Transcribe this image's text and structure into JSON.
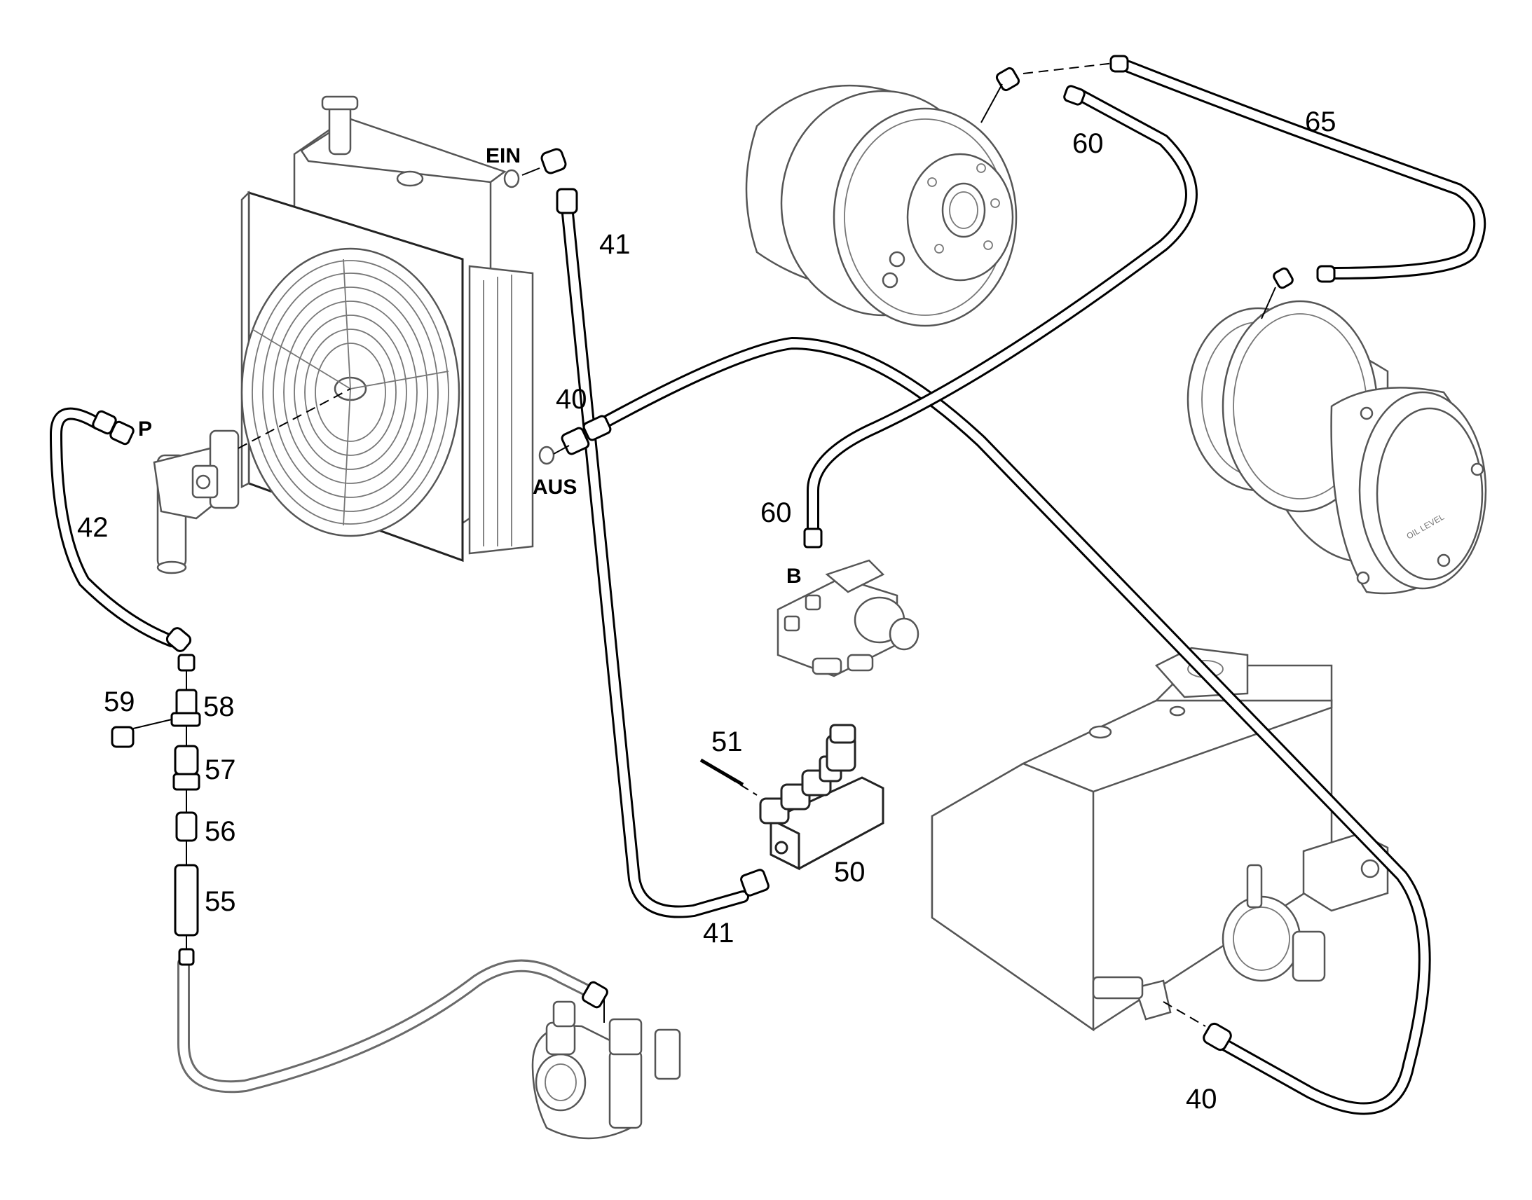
{
  "callouts": {
    "c40_top": "40",
    "c40_bottom": "40",
    "c41_top": "41",
    "c41_bottom": "41",
    "c42": "42",
    "c50": "50",
    "c51": "51",
    "c55": "55",
    "c56": "56",
    "c57": "57",
    "c58": "58",
    "c59": "59",
    "c60_top": "60",
    "c60_mid": "60",
    "c65": "65"
  },
  "ports": {
    "ein": "EIN",
    "aus": "AUS",
    "p": "P",
    "b": "B"
  },
  "stamp_text": "OIL LEVEL"
}
